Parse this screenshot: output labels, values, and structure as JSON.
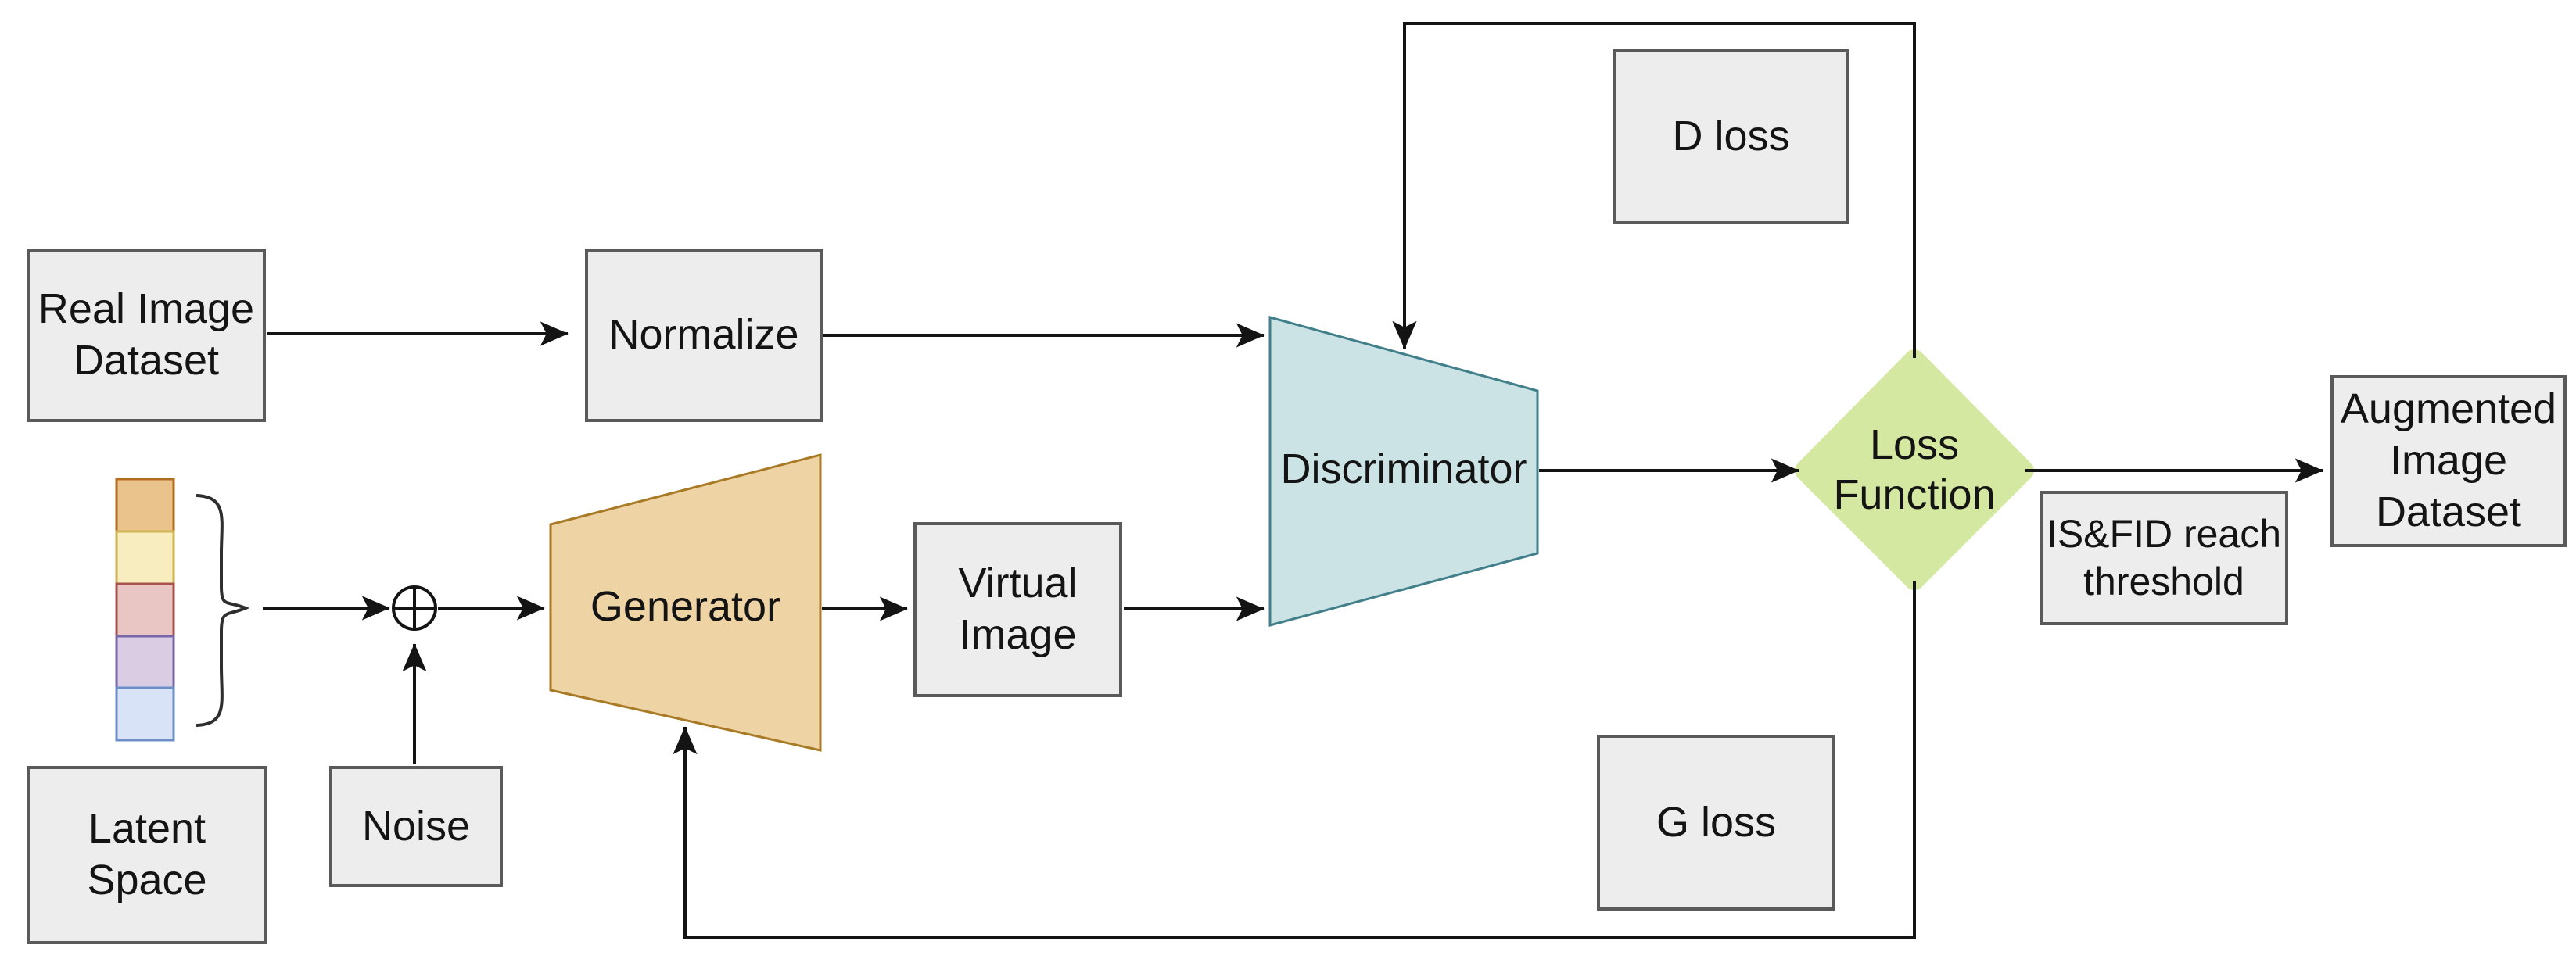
{
  "diagram": {
    "title": "",
    "nodes": {
      "real_image_dataset": {
        "label": "Real Image\nDataset"
      },
      "normalize": {
        "label": "Normalize"
      },
      "latent_space": {
        "label": "Latent\nSpace"
      },
      "noise": {
        "label": "Noise"
      },
      "generator": {
        "label": "Generator"
      },
      "virtual_image": {
        "label": "Virtual\nImage"
      },
      "discriminator": {
        "label": "Discriminator"
      },
      "d_loss": {
        "label": "D loss"
      },
      "g_loss": {
        "label": "G loss"
      },
      "loss_function": {
        "label": "Loss\nFunction"
      },
      "is_fid_threshold": {
        "label": "IS&FID reach\nthreshold"
      },
      "augmented_image_dataset": {
        "label": "Augmented\nImage\nDataset"
      }
    },
    "icons": {
      "plus_circle": "xor-add-node",
      "brace": "right-curly-brace"
    },
    "colors": {
      "background": "#ffffff",
      "box_fill": "#ededed",
      "box_border": "#5a5a5a",
      "generator_fill": "#eed3a4",
      "generator_border": "#a87a25",
      "discriminator_fill": "#cce3e6",
      "discriminator_border": "#41808a",
      "loss_diamond_fill": "#d4e8a2",
      "arrow": "#141414",
      "latent_cells": [
        {
          "fill": "#e9c28c",
          "stroke": "#b36d1f"
        },
        {
          "fill": "#f7edbe",
          "stroke": "#cfb355"
        },
        {
          "fill": "#e9c6c4",
          "stroke": "#a8524e"
        },
        {
          "fill": "#d9cce3",
          "stroke": "#7868a8"
        },
        {
          "fill": "#d9e3f7",
          "stroke": "#6d8fc9"
        }
      ]
    }
  }
}
